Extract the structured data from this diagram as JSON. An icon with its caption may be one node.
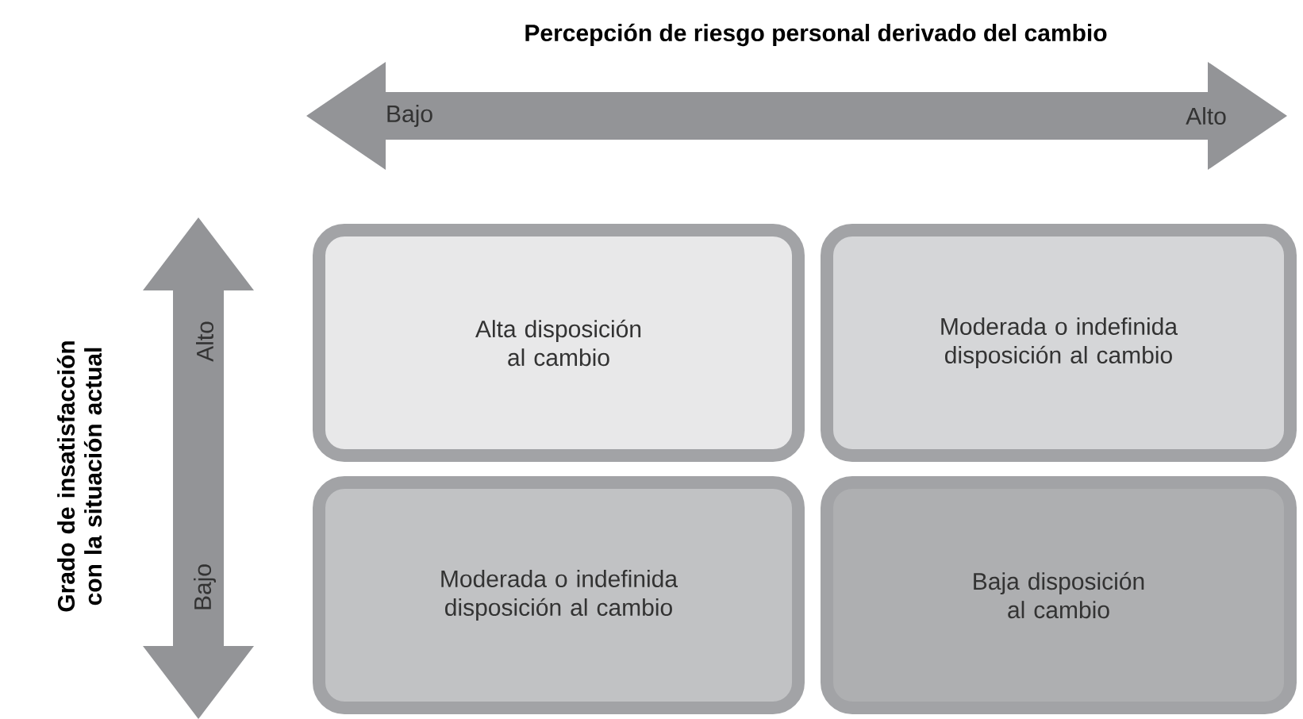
{
  "diagram": {
    "nodes": [
      {
        "text": [
          "Alta disposición al cambio"
        ]
      },
      {
        "text": [
          "Moderada o indefinida disposición al cambio"
        ]
      },
      {
        "text": [
          "Moderada o indefinida disposición al cambio"
        ]
      },
      {
        "text": [
          "Baja disposición al cambio"
        ]
      }
    ],
    "labels": [
      "Percepción de riesgo personal derivado del cambio",
      "Bajo",
      "Alto",
      "Grado de insatisfacción con la situación actual",
      "Alto",
      "Bajo"
    ]
  }
}
